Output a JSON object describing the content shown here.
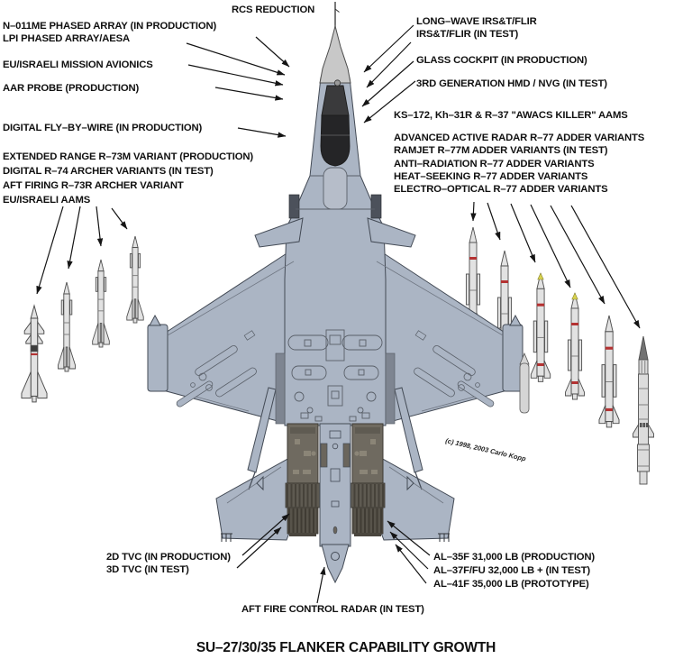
{
  "title": "SU–27/30/35 FLANKER CAPABILITY GROWTH",
  "copyright": "(c) 1998, 2003 Carlo Kopp",
  "colors": {
    "airframe": "#abb5c4",
    "radome": "#c8c8c8",
    "canopy": "#26262a",
    "engine_block": "#6f6a60",
    "nozzle": "#5e5a51",
    "missile_body": "#e2e2e2",
    "band_red": "#b43232",
    "seeker_yellow": "#d8d24e",
    "text": "#101010",
    "background": "#ffffff"
  },
  "annotations": {
    "rcs": "RCS REDUCTION",
    "left_radar": [
      "N–011ME PHASED ARRAY (IN PRODUCTION)",
      "LPI PHASED ARRAY/AESA"
    ],
    "left_avionics": "EU/ISRAELI MISSION AVIONICS",
    "left_aar": "AAR PROBE (PRODUCTION)",
    "left_fbw": "DIGITAL FLY–BY–WIRE (IN PRODUCTION)",
    "left_missiles": [
      "EXTENDED RANGE R–73M VARIANT (PRODUCTION)",
      "DIGITAL R–74 ARCHER VARIANTS (IN TEST)",
      "AFT FIRING R–73R ARCHER VARIANT",
      "EU/ISRAELI AAMS"
    ],
    "right_irst": [
      "LONG–WAVE IRS&T/FLIR",
      "IRS&T/FLIR (IN TEST)"
    ],
    "right_cockpit": "GLASS COCKPIT (IN PRODUCTION)",
    "right_hmd": "3RD GENERATION HMD / NVG (IN TEST)",
    "right_awacs": "KS–172, Kh–31R & R–37 \"AWACS KILLER\" AAMS",
    "right_missiles": [
      "ADVANCED ACTIVE RADAR R–77 ADDER VARIANTS",
      "RAMJET R–77M ADDER VARIANTS (IN TEST)",
      "ANTI–RADIATION R–77 ADDER VARIANTS",
      "HEAT–SEEKING R–77 ADDER VARIANTS",
      "ELECTRO–OPTICAL R–77 ADDER VARIANTS"
    ],
    "bottom_tvc": [
      "2D TVC (IN PRODUCTION)",
      "3D TVC (IN TEST)"
    ],
    "bottom_engines": [
      "AL–35F 31,000 LB (PRODUCTION)",
      "AL–37F/FU 32,000 LB + (IN TEST)",
      "AL–41F 35,000 LB (PROTOTYPE)"
    ],
    "bottom_radar": "AFT FIRE CONTROL RADAR (IN TEST)"
  }
}
